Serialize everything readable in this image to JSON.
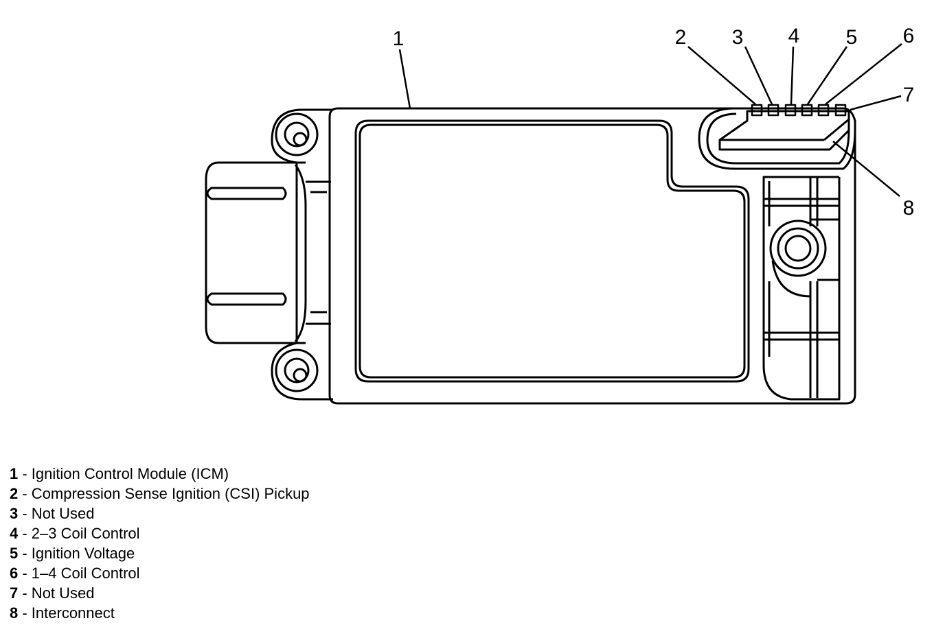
{
  "callouts": [
    "1",
    "2",
    "3",
    "4",
    "5",
    "6",
    "7",
    "8"
  ],
  "legend": [
    {
      "num": "1",
      "text": " - Ignition Control Module (ICM)"
    },
    {
      "num": "2",
      "text": " - Compression Sense Ignition (CSI) Pickup"
    },
    {
      "num": "3",
      "text": " - Not Used"
    },
    {
      "num": "4",
      "text": " - 2–3 Coil Control"
    },
    {
      "num": "5",
      "text": " - Ignition Voltage"
    },
    {
      "num": "6",
      "text": " - 1–4 Coil Control"
    },
    {
      "num": "7",
      "text": " - Not Used"
    },
    {
      "num": "8",
      "text": " - Interconnect"
    }
  ]
}
